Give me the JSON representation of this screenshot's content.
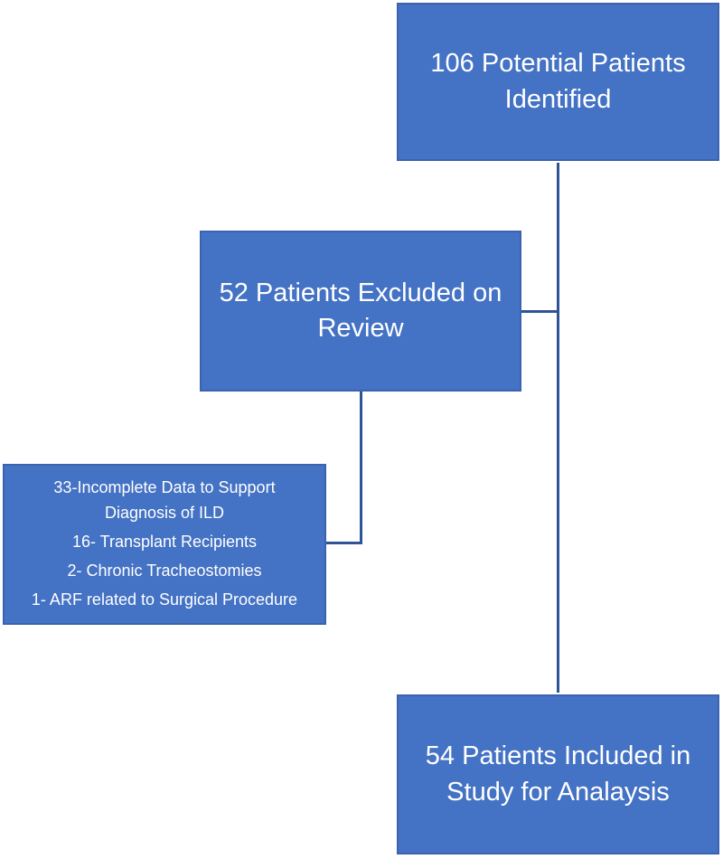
{
  "diagram": {
    "type": "flowchart",
    "nodes": {
      "identified": {
        "label": "106 Potential Patients Identified"
      },
      "excluded": {
        "label": "52 Patients Excluded on Review"
      },
      "exclusion_reasons": {
        "items": [
          "33-Incomplete Data to Support Diagnosis of ILD",
          "16- Transplant Recipients",
          "2- Chronic Tracheostomies",
          "1- ARF related to Surgical Procedure"
        ]
      },
      "included": {
        "label": "54 Patients Included in Study for Analaysis"
      }
    },
    "edges": [
      {
        "from": "identified",
        "to": "included",
        "via": "main-vertical-line"
      },
      {
        "from": "excluded",
        "to": "main-vertical-line"
      },
      {
        "from": "excluded",
        "to": "exclusion_reasons",
        "via": "elbow"
      }
    ],
    "colors": {
      "node_fill": "#4472C4",
      "node_border": "#3C63AE",
      "connector": "#2F5496",
      "text": "#FFFFFF",
      "background": "#FFFFFF"
    }
  }
}
